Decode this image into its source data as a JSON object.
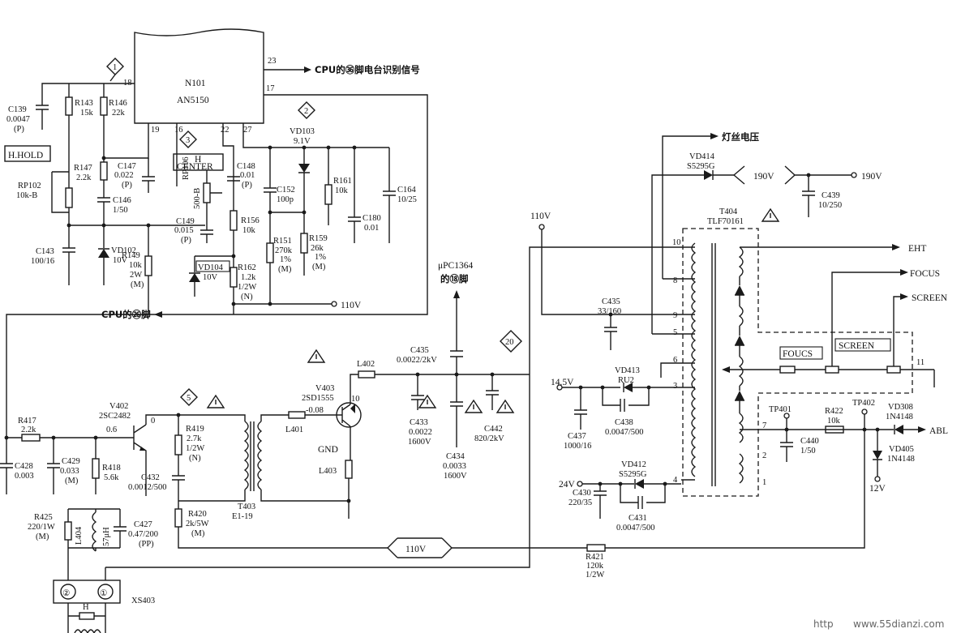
{
  "ic": {
    "name": "N101",
    "part": "AN5150",
    "pins": {
      "p18": "18",
      "p23": "23",
      "p17": "17",
      "p19": "19",
      "p16": "16",
      "p22": "22",
      "p27": "27"
    }
  },
  "signals": {
    "cpu36": "CPU的㊱脚电台识别信号",
    "cpu26": "CPU的㉖脚",
    "uPC1364": "μPC1364",
    "uPC1364_pin": "的⑱脚",
    "filament": "灯丝电压",
    "eht": "EHT",
    "focus": "FOCUS",
    "screen": "SCREEN",
    "abl": "ABL"
  },
  "boxes": {
    "hhold": "H.HOLD",
    "hcenter1": "H",
    "hcenter2": "CENTER",
    "foucs": "FOUCS",
    "screen_box": "SCREEN"
  },
  "markers": [
    "1",
    "2",
    "3",
    "5",
    "20"
  ],
  "rails": {
    "v110_a": "110V",
    "v110_b": "110V",
    "v110_c": "110V",
    "v190_a": "190V",
    "v190_b": "190V",
    "v14_5": "14.5V",
    "v24": "24V",
    "v12": "12V",
    "gnd": "GND"
  },
  "components": {
    "C139": [
      "C139",
      "0.0047",
      "(P)"
    ],
    "R143": [
      "R143",
      "15k"
    ],
    "R146": [
      "R146",
      "22k"
    ],
    "R147": [
      "R147",
      "2.2k"
    ],
    "C147": [
      "C147",
      "0.022",
      "(P)"
    ],
    "RP102": [
      "RP102",
      "10k-B"
    ],
    "C146": [
      "C146",
      "1/50"
    ],
    "C143": [
      "C143",
      "100/16"
    ],
    "VD102": [
      "VD102",
      "10V"
    ],
    "C149": [
      "C149",
      "0.015",
      "(P)"
    ],
    "R149": [
      "R149",
      "10k",
      "2W",
      "(M)"
    ],
    "VD104": [
      "VD104",
      "10V"
    ],
    "RP106": [
      "RP106",
      "500-B"
    ],
    "C148": [
      "C148",
      "0.01",
      "(P)"
    ],
    "R156": [
      "R156",
      "10k"
    ],
    "R162": [
      "R162",
      "1.2k",
      "1/2W",
      "(N)"
    ],
    "VD103": [
      "VD103",
      "9.1V"
    ],
    "C152": [
      "C152",
      "100p"
    ],
    "R151": [
      "R151",
      "270k",
      "1%",
      "(M)"
    ],
    "R159": [
      "R159",
      "26k",
      "1%",
      "(M)"
    ],
    "R161": [
      "R161",
      "10k"
    ],
    "C180": [
      "C180",
      "0.01"
    ],
    "C164": [
      "C164",
      "10/25"
    ],
    "R417": [
      "R417",
      "2.2k"
    ],
    "C428": [
      "C428",
      "0.003"
    ],
    "C429": [
      "C429",
      "0.033",
      "(M)"
    ],
    "R418": [
      "R418",
      "5.6k"
    ],
    "V402": [
      "V402",
      "2SC2482"
    ],
    "R419": [
      "R419",
      "2.7k",
      "1/2W",
      "(N)"
    ],
    "C432": [
      "C432",
      "0.0012/500"
    ],
    "R420": [
      "R420",
      "2k/5W",
      "(M)"
    ],
    "T403": [
      "T403",
      "E1-19"
    ],
    "L401": [
      "L401"
    ],
    "V403": [
      "V403",
      "2SD1555"
    ],
    "L402": [
      "L402"
    ],
    "L403": [
      "L403"
    ],
    "C435a": [
      "C435",
      "0.0022/2kV"
    ],
    "C433": [
      "C433",
      "0.0022",
      "1600V"
    ],
    "C434": [
      "C434",
      "0.0033",
      "1600V"
    ],
    "C442": [
      "C442",
      "820/2kV"
    ],
    "R425": [
      "R425",
      "220/1W",
      "(M)"
    ],
    "L404": [
      "L404",
      "57μH"
    ],
    "C427": [
      "C427",
      "0.47/200",
      "(PP)"
    ],
    "XS403": [
      "XS403"
    ],
    "H": [
      "H"
    ],
    "R421": [
      "R421",
      "120k",
      "1/2W"
    ],
    "C435b": [
      "C435",
      "33/160"
    ],
    "VD413": [
      "VD413",
      "RU2"
    ],
    "C437": [
      "C437",
      "1000/16"
    ],
    "C438": [
      "C438",
      "0.0047/500"
    ],
    "VD412": [
      "VD412",
      "S5295G"
    ],
    "C430": [
      "C430",
      "220/35"
    ],
    "C431": [
      "C431",
      "0.0047/500"
    ],
    "VD414": [
      "VD414",
      "S5295G"
    ],
    "C439": [
      "C439",
      "10/250"
    ],
    "T404": [
      "T404",
      "TLF70161"
    ],
    "TP401": [
      "TP401"
    ],
    "TP402": [
      "TP402"
    ],
    "R422": [
      "R422",
      "10k"
    ],
    "C440": [
      "C440",
      "1/50"
    ],
    "VD308": [
      "VD308",
      "1N4148"
    ],
    "VD405": [
      "VD405",
      "1N4148"
    ]
  },
  "nodes": {
    "v402_b": "0.6",
    "v402_c": "0",
    "v403_b": "-0.08",
    "v403_c": "10"
  },
  "t404_pins": [
    "10",
    "8",
    "9",
    "5",
    "6",
    "3",
    "4",
    "7",
    "2",
    "1",
    "11"
  ],
  "xs403_pins": [
    "②",
    "①"
  ],
  "watermark": "www.55dianzi.com",
  "watermark_prefix": "http"
}
